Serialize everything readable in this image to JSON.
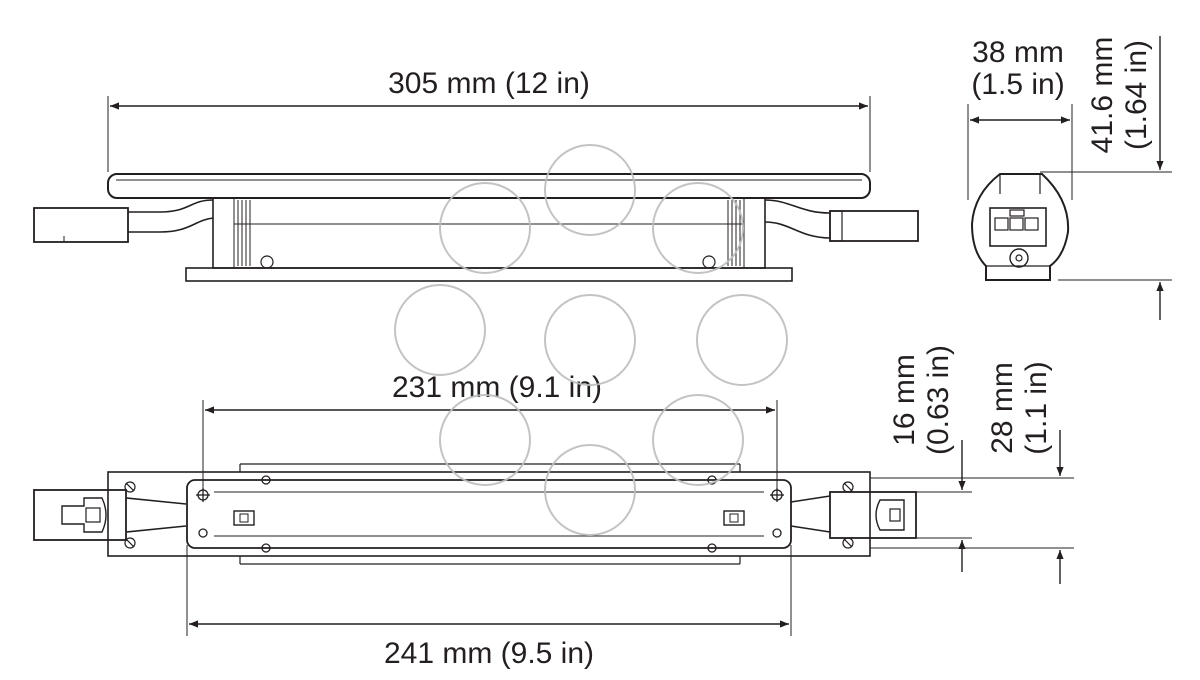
{
  "dimensions": {
    "overall_length": "305 mm (12 in)",
    "mount_spacing_top": "231 mm (9.1 in)",
    "base_length": "241 mm (9.5 in)",
    "width_mm": "38 mm",
    "width_in": "(1.5 in)",
    "height_mm": "41.6 mm",
    "height_in": "(1.64 in)",
    "body_width_mm": "16 mm",
    "body_width_in": "(0.63 in)",
    "flange_width_mm": "28 mm",
    "flange_width_in": "(1.1 in)"
  },
  "colors": {
    "ink": "#231f20",
    "watermark": "#bdbdbd",
    "fill": "#ffffff"
  }
}
